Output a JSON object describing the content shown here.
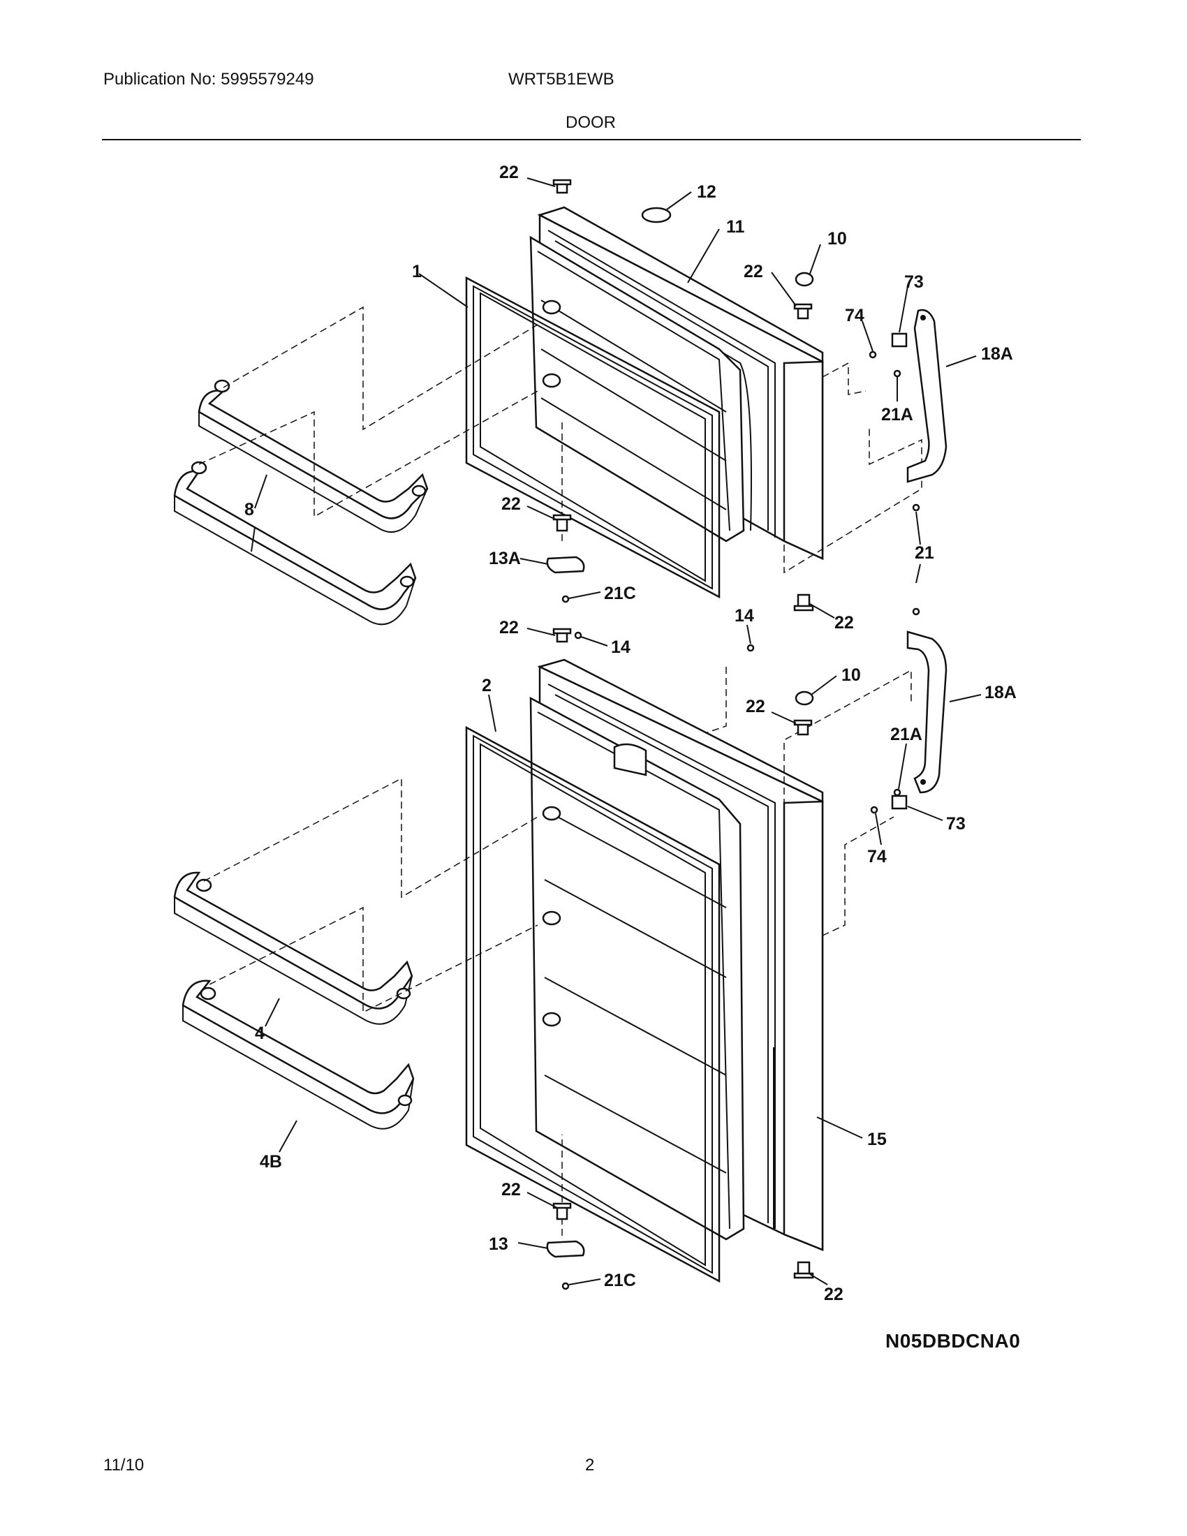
{
  "header": {
    "publication": "Publication No: 5995579249",
    "model": "WRT5B1EWB",
    "section_title": "DOOR"
  },
  "footer": {
    "date": "11/10",
    "page": "2",
    "diagram_code": "N05DBDCNA0"
  },
  "callouts": {
    "c22a": "22",
    "c12": "12",
    "c11": "11",
    "c10a": "10",
    "c22b": "22",
    "c1": "1",
    "c73a": "73",
    "c74a": "74",
    "c18Aa": "18A",
    "c21Aa": "21A",
    "c8": "8",
    "c22c": "22",
    "c13A": "13A",
    "c21Ca": "21C",
    "c21": "21",
    "c22d": "22",
    "c22e": "22",
    "c14a": "14",
    "c14b": "14",
    "c2": "2",
    "c10b": "10",
    "c22f": "22",
    "c18Ab": "18A",
    "c21Ab": "21A",
    "c73b": "73",
    "c74b": "74",
    "c4": "4",
    "c15": "15",
    "c4B": "4B",
    "c22g": "22",
    "c13": "13",
    "c21Cb": "21C",
    "c22h": "22"
  }
}
